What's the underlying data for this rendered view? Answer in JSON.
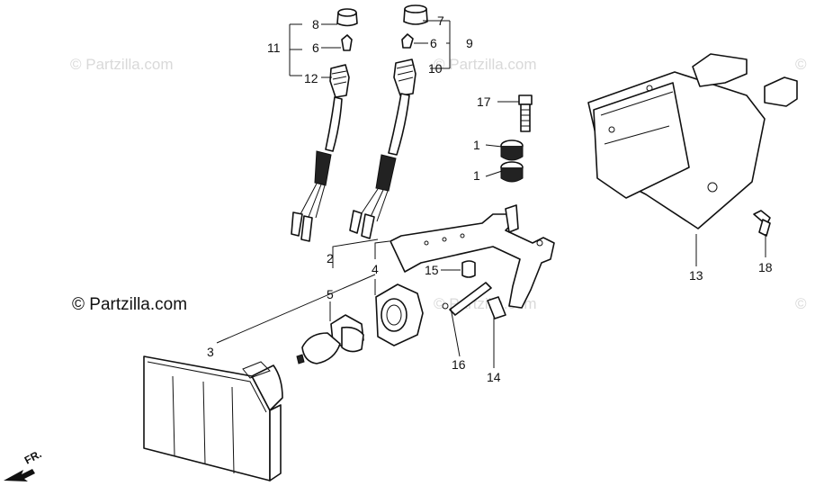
{
  "watermarks": [
    "© Partzilla.com",
    "© Partzilla.com",
    "©",
    "© Partzilla.com",
    "© Partzilla.com",
    "©"
  ],
  "main_watermark": "© Partzilla.com",
  "direction_label": "FR.",
  "callouts": {
    "c1a": "1",
    "c1b": "1",
    "c2": "2",
    "c3": "3",
    "c4": "4",
    "c5": "5",
    "c6a": "6",
    "c6b": "6",
    "c7": "7",
    "c8": "8",
    "c9": "9",
    "c10": "10",
    "c11": "11",
    "c12": "12",
    "c13": "13",
    "c14": "14",
    "c15": "15",
    "c16": "16",
    "c17": "17",
    "c18": "18"
  }
}
